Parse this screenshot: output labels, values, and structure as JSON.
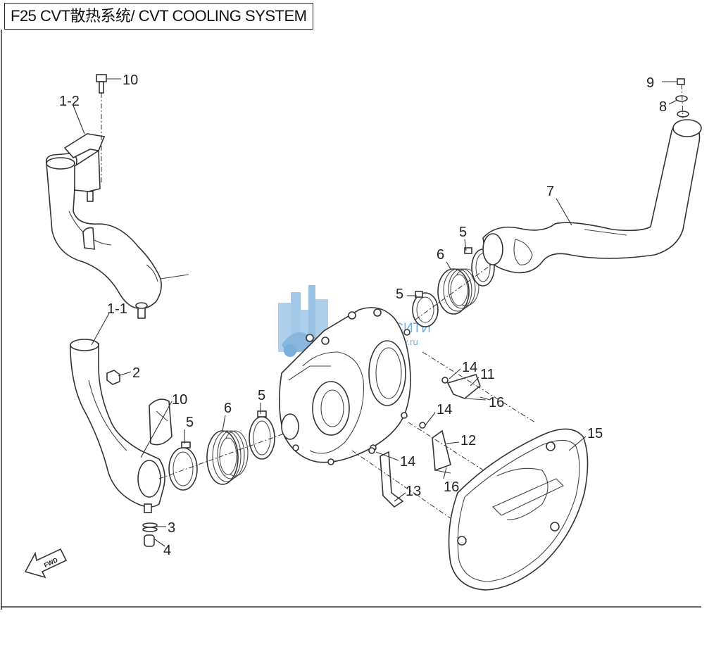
{
  "diagram": {
    "title": "F25 CVT散热系统/ CVT COOLING SYSTEM",
    "watermark": {
      "brand": "СКУТЕР СИТИ",
      "url": "www.scooter-city.ru"
    },
    "direction_marker": "FWD",
    "callouts": [
      "10",
      "1-2",
      "1-1",
      "2",
      "10",
      "5",
      "6",
      "5",
      "3",
      "4",
      "9",
      "8",
      "7",
      "5",
      "6",
      "5",
      "14",
      "11",
      "16",
      "14",
      "12",
      "16",
      "14",
      "13",
      "15"
    ]
  }
}
